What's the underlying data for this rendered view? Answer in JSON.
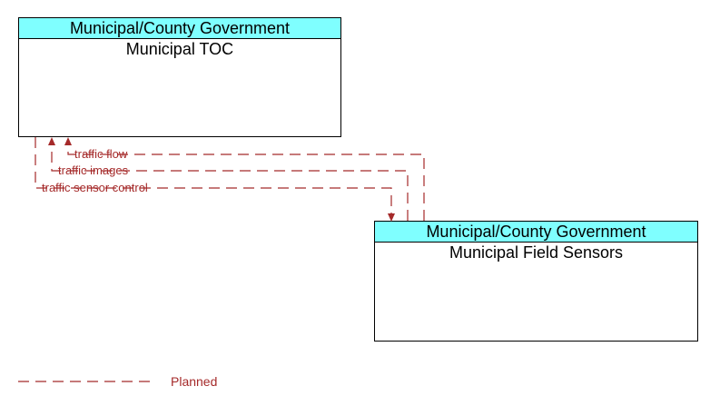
{
  "colors": {
    "header_fill": "#7FFFFF",
    "planned_flow": "#A52A2A",
    "border": "#000000"
  },
  "nodes": {
    "toc": {
      "category": "Municipal/County Government",
      "name": "Municipal TOC"
    },
    "sensors": {
      "category": "Municipal/County Government",
      "name": "Municipal Field Sensors"
    }
  },
  "flows": [
    {
      "label": "traffic flow",
      "direction": "to-toc",
      "status": "Planned"
    },
    {
      "label": "traffic images",
      "direction": "to-toc",
      "status": "Planned"
    },
    {
      "label": "traffic sensor control",
      "direction": "to-sensors",
      "status": "Planned"
    }
  ],
  "legend": {
    "planned_label": "Planned"
  }
}
